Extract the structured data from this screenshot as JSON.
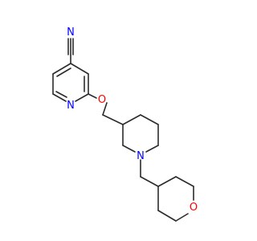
{
  "molecule": {
    "atoms": [
      {
        "id": "n_nitrile",
        "symbol": "N",
        "color": "#0000ff"
      },
      {
        "id": "n_pyridine",
        "symbol": "N",
        "color": "#0000ff"
      },
      {
        "id": "o_ether",
        "symbol": "O",
        "color": "#ff0000"
      },
      {
        "id": "n_piperidine",
        "symbol": "N",
        "color": "#0000ff"
      },
      {
        "id": "o_oxane",
        "symbol": "O",
        "color": "#ff0000"
      }
    ],
    "bond_color": "#2b2b2b"
  }
}
